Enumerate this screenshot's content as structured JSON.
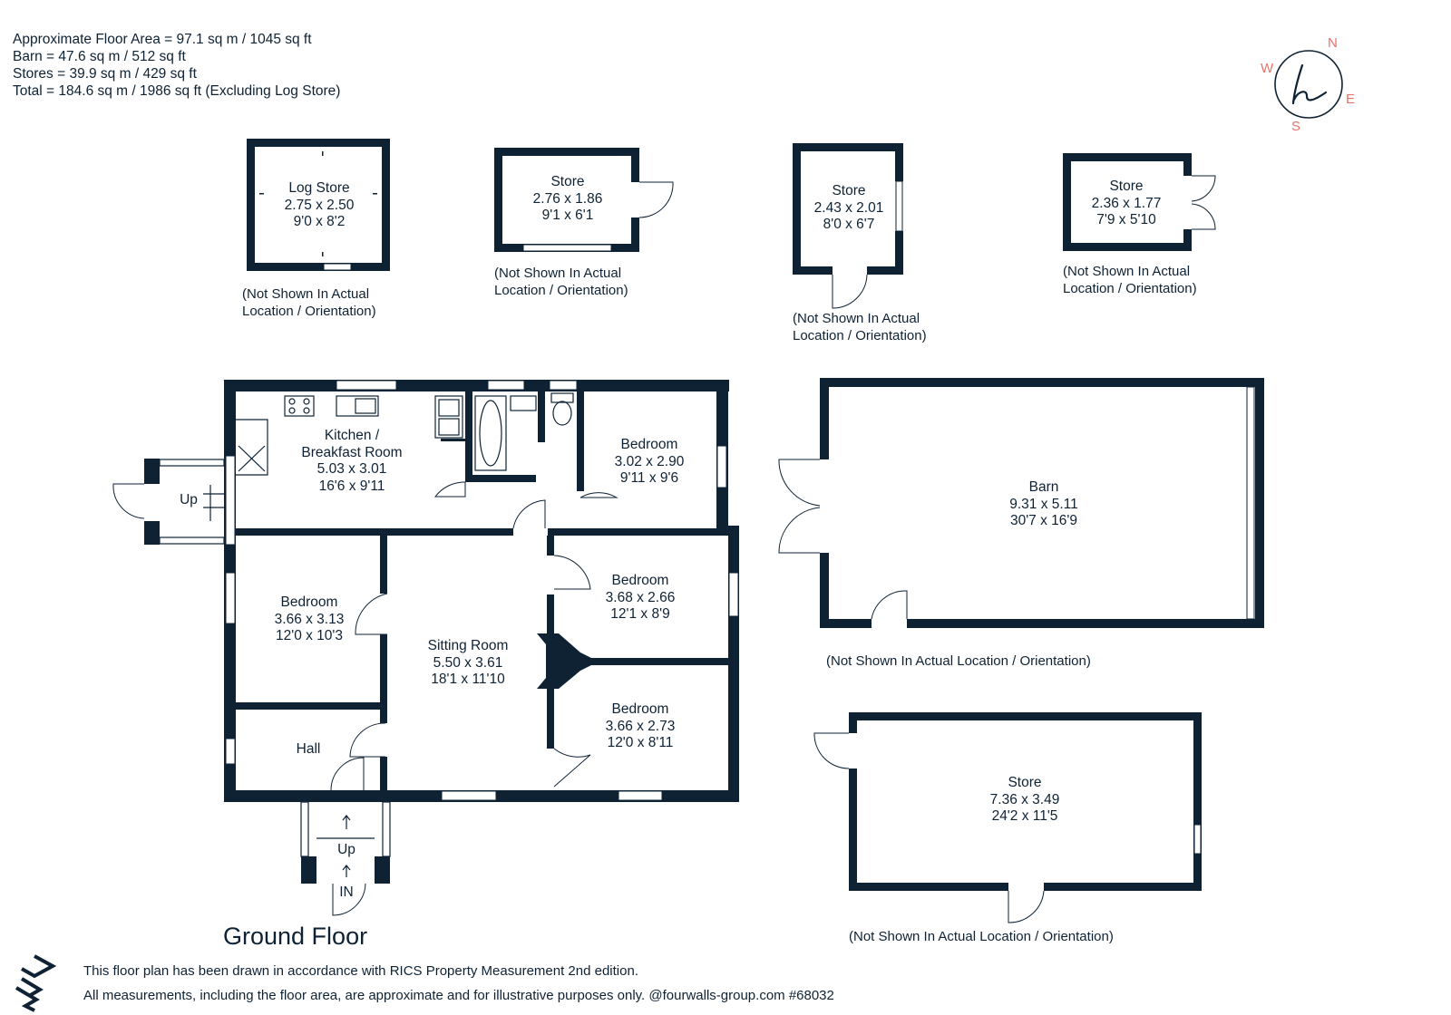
{
  "areas": [
    "Approximate Floor Area = 97.1 sq m / 1045 sq ft",
    "Barn = 47.6 sq m / 512 sq ft",
    "Stores = 39.9 sq m / 429 sq ft",
    "Total = 184.6 sq m / 1986 sq ft (Excluding Log Store)"
  ],
  "compass": {
    "n": "N",
    "e": "E",
    "s": "S",
    "w": "W",
    "accent_color": "#e8736b"
  },
  "note": "(Not Shown In Actual Location / Orientation)",
  "note_l1": "(Not Shown In Actual",
  "note_l2": "Location / Orientation)",
  "rooms": {
    "log_store": {
      "name": "Log Store",
      "metric": "2.75 x 2.50",
      "imperial": "9'0 x 8'2"
    },
    "store1": {
      "name": "Store",
      "metric": "2.76 x 1.86",
      "imperial": "9'1 x 6'1"
    },
    "store2": {
      "name": "Store",
      "metric": "2.43 x 2.01",
      "imperial": "8'0 x 6'7"
    },
    "store3": {
      "name": "Store",
      "metric": "2.36 x 1.77",
      "imperial": "7'9 x 5'10"
    },
    "kitchen": {
      "name1": "Kitchen /",
      "name2": "Breakfast Room",
      "metric": "5.03 x 3.01",
      "imperial": "16'6 x 9'11"
    },
    "bedroom_ne": {
      "name": "Bedroom",
      "metric": "3.02 x 2.90",
      "imperial": "9'11 x 9'6"
    },
    "bedroom_w": {
      "name": "Bedroom",
      "metric": "3.66 x 3.13",
      "imperial": "12'0 x 10'3"
    },
    "bedroom_e": {
      "name": "Bedroom",
      "metric": "3.68 x 2.66",
      "imperial": "12'1 x 8'9"
    },
    "bedroom_se": {
      "name": "Bedroom",
      "metric": "3.66 x 2.73",
      "imperial": "12'0 x 8'11"
    },
    "sitting": {
      "name": "Sitting Room",
      "metric": "5.50 x 3.61",
      "imperial": "18'1 x 11'10"
    },
    "hall": {
      "name": "Hall"
    },
    "barn": {
      "name": "Barn",
      "metric": "9.31 x 5.11",
      "imperial": "30'7 x 16'9"
    },
    "store_big": {
      "name": "Store",
      "metric": "7.36 x 3.49",
      "imperial": "24'2 x 11'5"
    }
  },
  "labels": {
    "up": "Up",
    "in": "IN"
  },
  "floor_title": "Ground Floor",
  "footer": {
    "line1": "This floor plan has been drawn in accordance with RICS Property Measurement 2nd edition.",
    "line2": "All measurements, including the floor area, are approximate and for illustrative purposes only. @fourwalls-group.com #68032"
  }
}
